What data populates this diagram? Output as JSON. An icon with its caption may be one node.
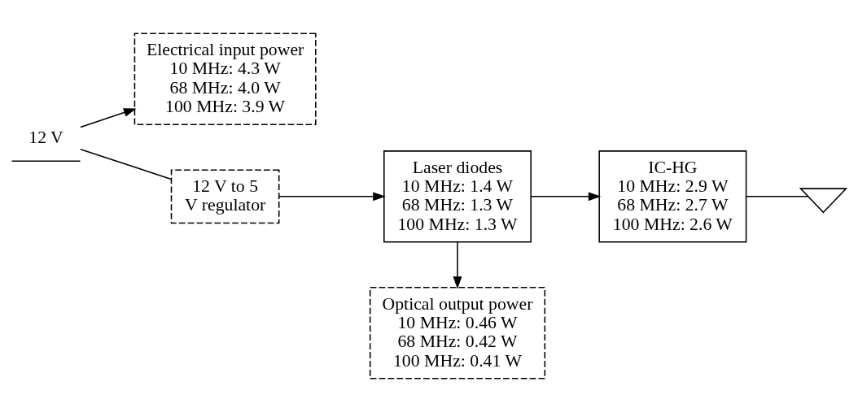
{
  "diagram": {
    "nodes": [
      {
        "text": [
          "Electrical input power",
          "10 MHz: 4.3 W",
          "68 MHz: 4.0 W",
          "100 MHz: 3.9 W"
        ]
      },
      {
        "text": [
          "Optical output power",
          "10 MHz: 0.46 W",
          "68 MHz: 0.42 W",
          "100 MHz: 0.41 W"
        ]
      },
      {
        "text": [
          "12 V"
        ]
      },
      {
        "text": [
          "12 V to 5 V regulator"
        ]
      },
      {
        "text": [
          "Laser diodes",
          "10 MHz: 1.4 W",
          "68 MHz: 1.3 W",
          "100 MHz: 1.3 W"
        ]
      },
      {
        "text": [
          "IC-HG",
          "10 MHz: 2.9 W",
          "68 MHz: 2.7 W",
          "100 MHz: 2.6 W"
        ]
      },
      {
        "text": [],
        "shape": "triangle"
      }
    ],
    "edges": [
      {
        "from": 2,
        "to": 3,
        "arrow": "none"
      },
      {
        "from": 2,
        "to": 0,
        "arrow": "to"
      },
      {
        "from": 3,
        "to": 4,
        "arrow": "to"
      },
      {
        "from": 4,
        "to": 1,
        "arrow": "to"
      },
      {
        "from": 4,
        "to": 5,
        "arrow": "to"
      },
      {
        "from": 5,
        "to": 6,
        "arrow": "none"
      }
    ]
  }
}
